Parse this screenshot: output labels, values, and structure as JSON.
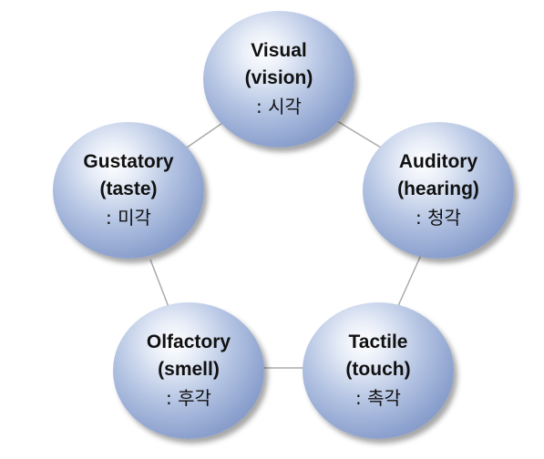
{
  "nodes": [
    {
      "name": "Visual",
      "sense": "(vision)",
      "korean": ": 시각"
    },
    {
      "name": "Auditory",
      "sense": "(hearing)",
      "korean": ": 청각"
    },
    {
      "name": "Tactile",
      "sense": "(touch)",
      "korean": ": 촉각"
    },
    {
      "name": "Olfactory",
      "sense": "(smell)",
      "korean": ": 후각"
    },
    {
      "name": "Gustatory",
      "sense": "(taste)",
      "korean": ": 미각"
    }
  ],
  "colors": {
    "node_fill": "#8ea3cf",
    "connector": "#aaaaaa",
    "text": "#111111"
  }
}
